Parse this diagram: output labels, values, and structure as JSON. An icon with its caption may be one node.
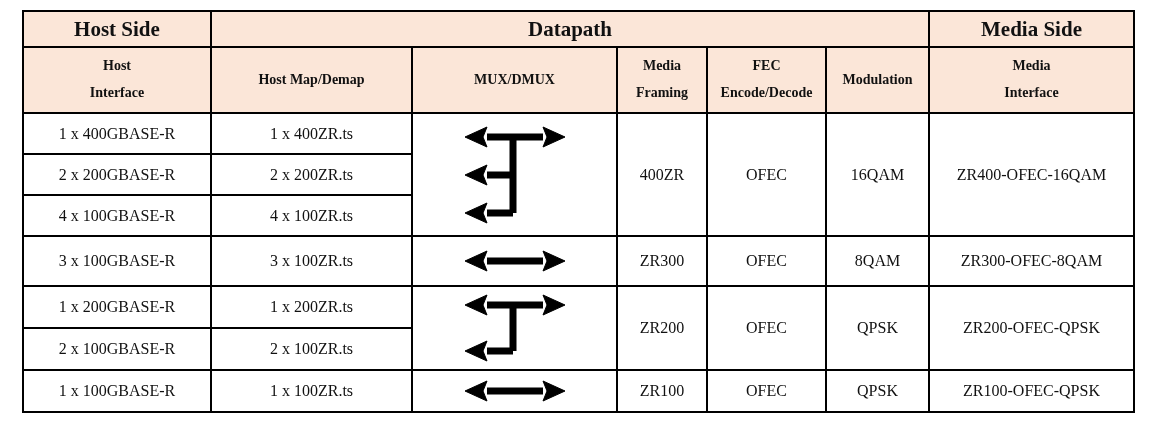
{
  "diagram": {
    "labels": [
      "Host Side",
      "Datapath",
      "Media Side",
      "Host Interface",
      "Host Map/Demap",
      "MUX/DMUX",
      "Media Framing",
      "FEC Encode/Decode",
      "Modulation",
      "Media Interface",
      "1 x 400GBASE-R",
      "1 x 400ZR.ts",
      "2 x 200GBASE-R",
      "2 x 200ZR.ts",
      "400ZR",
      "OFEC",
      "16QAM",
      "ZR400-OFEC-16QAM",
      "4 x 100GBASE-R",
      "4 x 100ZR.ts",
      "3 x 100GBASE-R",
      "3 x 100ZR.ts",
      "ZR300",
      "OFEC",
      "8QAM",
      "ZR300-OFEC-8QAM",
      "1 x 200GBASE-R",
      "1 x 200ZR.ts",
      "ZR200",
      "OFEC",
      "QPSK",
      "ZR200-OFEC-QPSK",
      "2 x 100GBASE-R",
      "2 x 100ZR.ts",
      "1 x 100GBASE-R",
      "1 x 100ZR.ts",
      "ZR100",
      "OFEC",
      "QPSK",
      "ZR100-OFEC-QPSK"
    ]
  }
}
